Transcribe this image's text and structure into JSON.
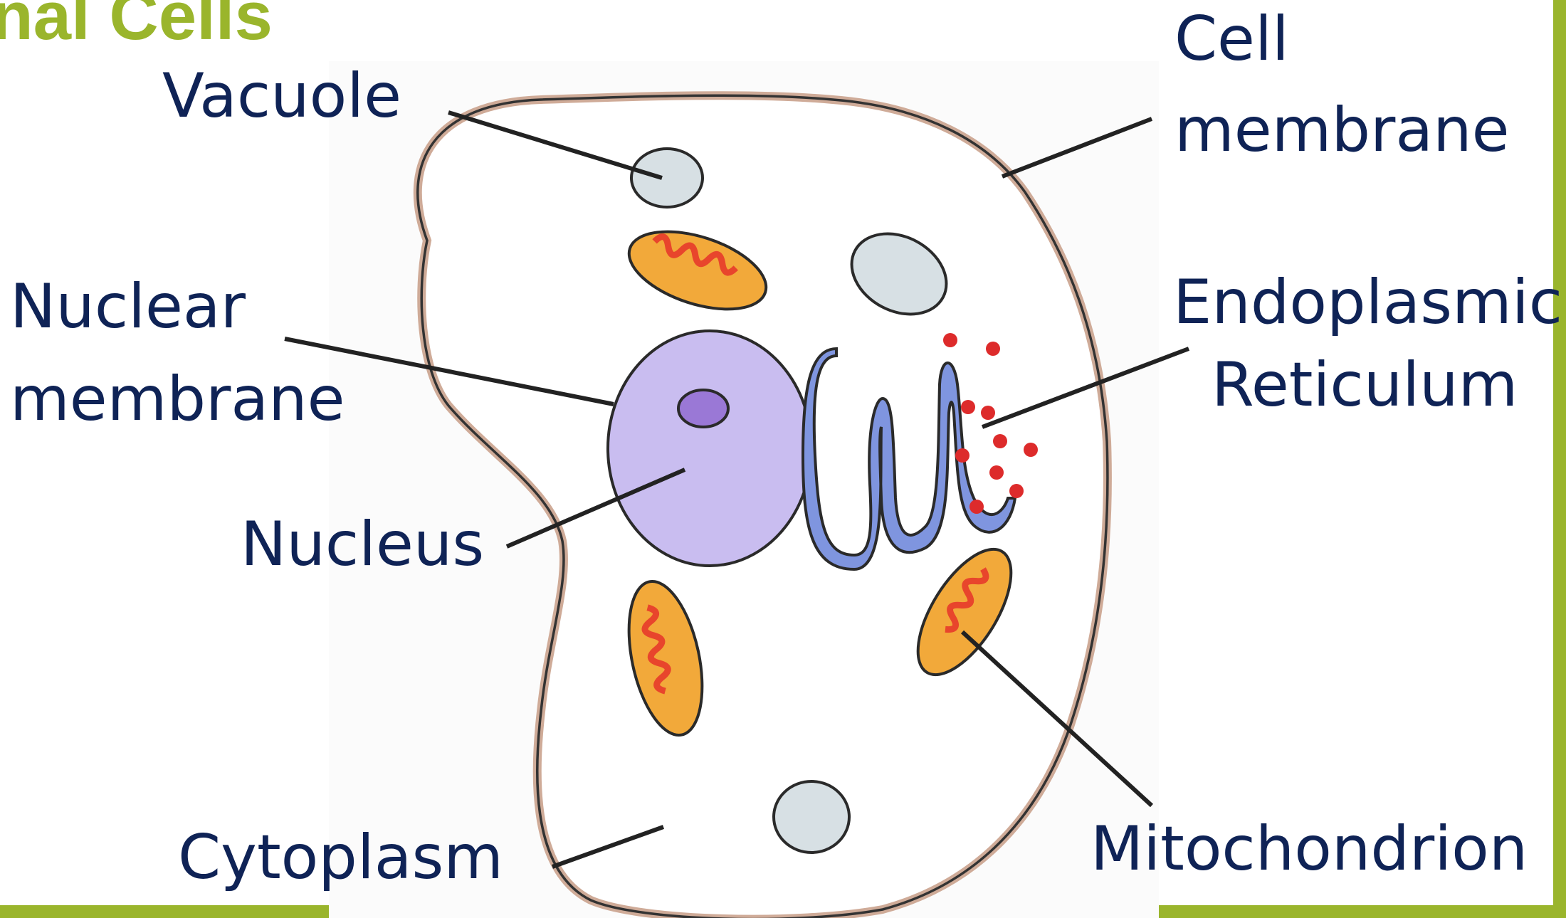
{
  "slide": {
    "title": "nal Cells"
  },
  "labels": {
    "vacuole": "Vacuole",
    "cell_membrane_1": "Cell",
    "cell_membrane_2": "membrane",
    "nuclear_membrane_1": "Nuclear",
    "nuclear_membrane_2": "membrane",
    "endoplasmic_1": "Endoplasmic",
    "endoplasmic_2": "Reticulum",
    "nucleus": "Nucleus",
    "cytoplasm": "Cytoplasm",
    "mitochondrion": "Mitochondrion"
  },
  "colors": {
    "accent": "#9ab52c",
    "label_text": "#0f2356",
    "nucleus_fill": "#c9bdf0",
    "nucleolus_fill": "#9a78d6",
    "er_fill": "#7f95df",
    "ribosome_fill": "#dd2b2b",
    "mitochondrion_fill": "#f2a93a",
    "mitochondrion_cristae": "#e8452c",
    "vacuole_fill": "#d7e0e4",
    "membrane_outer": "#cfab98"
  }
}
